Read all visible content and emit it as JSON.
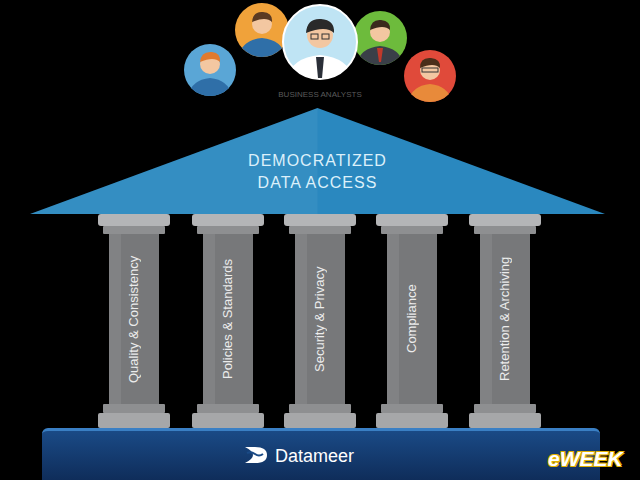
{
  "diagram": {
    "nodes": [
      {
        "text": [
          "DEMOCRATIZED DATA ACCESS"
        ]
      },
      {
        "text": [
          "Quality & Consistency"
        ]
      },
      {
        "text": [
          "Policies & Standards"
        ]
      },
      {
        "text": [
          "Security & Privacy"
        ]
      },
      {
        "text": [
          "Compliance"
        ]
      },
      {
        "text": [
          "Retention & Archiving"
        ]
      },
      {
        "text": [
          "Datameer"
        ]
      }
    ],
    "labels": [
      "BUSINESS ANALYSTS",
      "eWEEK"
    ]
  }
}
